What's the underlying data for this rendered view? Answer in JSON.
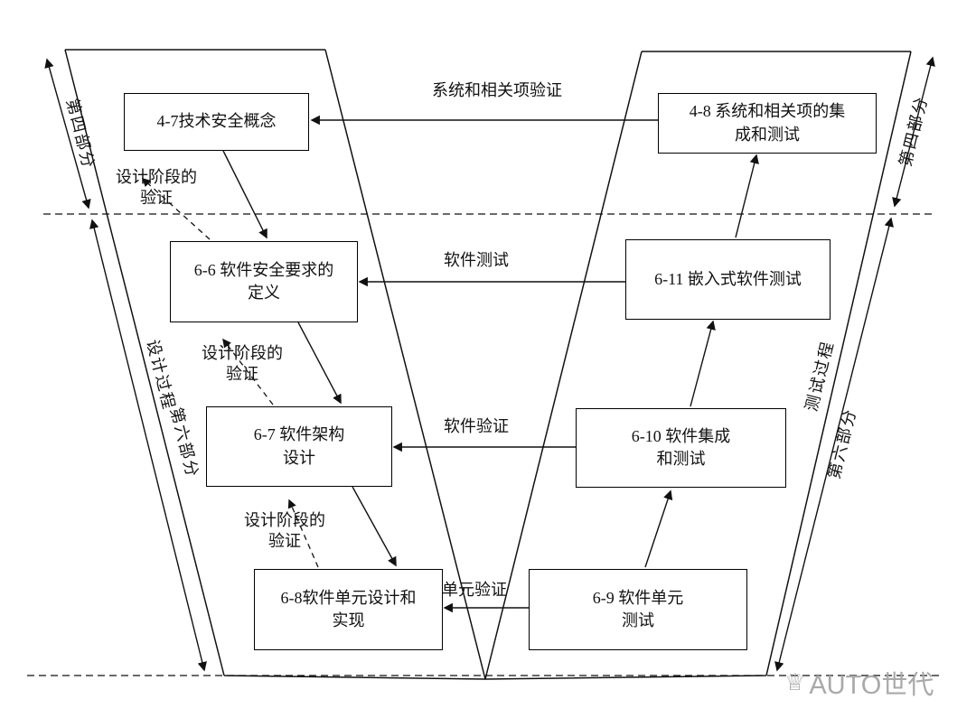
{
  "boxes": {
    "b47": {
      "text": "4-7技术安全概念"
    },
    "b48": {
      "line1": "4-8 系统和相关项的集",
      "line2": "成和测试"
    },
    "b66": {
      "line1": "6-6 软件安全要求的",
      "line2": "定义"
    },
    "b611": {
      "text": "6-11 嵌入式软件测试"
    },
    "b67": {
      "line1": "6-7 软件架构",
      "line2": "设计"
    },
    "b610": {
      "line1": "6-10 软件集成",
      "line2": "和测试"
    },
    "b68": {
      "line1": "6-8软件单元设计和",
      "line2": "实现"
    },
    "b69": {
      "line1": "6-9 软件单元",
      "line2": "测试"
    }
  },
  "arrow_labels": {
    "system_verification": "系统和相关项验证",
    "software_testing": "软件测试",
    "software_verification": "软件验证",
    "unit_verification": "单元验证",
    "design_phase_line1": "设计阶段的",
    "design_phase_line2": "验证"
  },
  "side_labels": {
    "left_part4": "第四部分",
    "left_design_process": "设计过程",
    "left_part6": "第六部分",
    "right_part4": "第四部分",
    "right_test_process": "测试过程",
    "right_part6": "第六部分"
  },
  "watermark": {
    "crown_icon": "♕",
    "text": "AUTO世代"
  },
  "colors": {
    "line": "#111111",
    "watermark_gray": "#a9a9a9"
  }
}
